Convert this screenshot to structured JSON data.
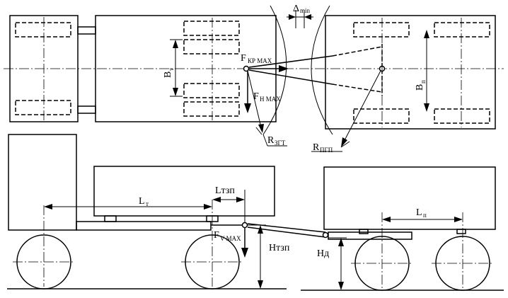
{
  "diagram": {
    "labels": {
      "delta": "Δ",
      "delta_sub": "min",
      "f_kr": "F",
      "f_kr_sub": "КР MAX",
      "f_n": "F",
      "f_n_sub": "Н MAX",
      "b_t": "B",
      "b_t_sub": "т",
      "b_p": "B",
      "b_p_sub": "п",
      "r_zgt": "R",
      "r_zgt_sub": "ЗГТ",
      "r_ptp": "R",
      "r_ptp_sub": "ПГП",
      "l_t": "L",
      "l_t_sub": "т",
      "l_tzp": "Lтзп",
      "l_p": "L",
      "l_p_sub": "п",
      "f_v": "F",
      "f_v_sub": "V MAX",
      "h_tzp": "Hтзп",
      "h_d": "Нд"
    }
  }
}
